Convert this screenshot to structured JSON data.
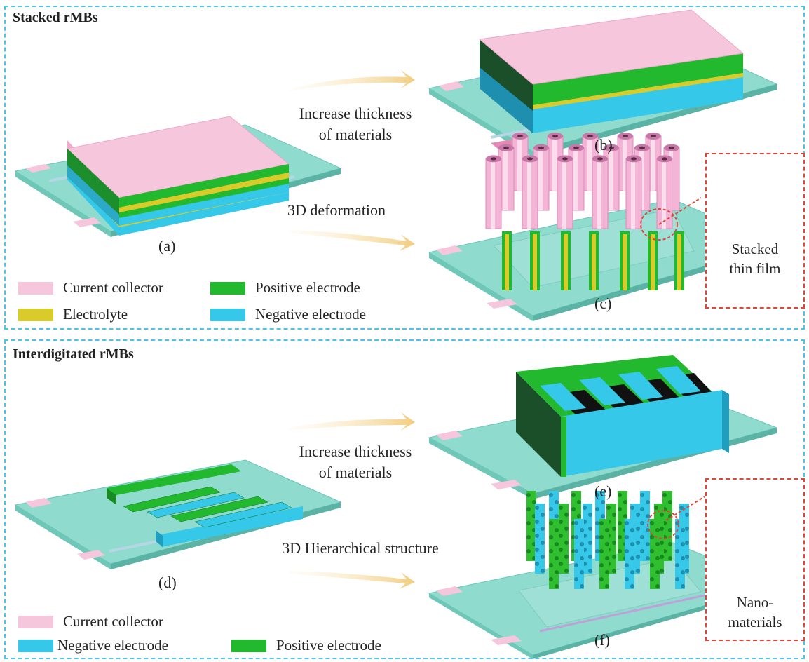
{
  "colors": {
    "current_collector": "#f6c6dc",
    "electrolyte": "#d9cc2a",
    "positive_electrode": "#22b92e",
    "negative_electrode": "#35c8e8",
    "substrate": "#8fdccf",
    "border": "#4cc4e6",
    "callout_border": "#e0463a",
    "arrow": "#f5d79a"
  },
  "stacked": {
    "title": "Stacked rMBs",
    "text_thickness": [
      "Increase thickness",
      "of materials"
    ],
    "text_deform": "3D deformation",
    "label_a": "(a)",
    "label_b": "(b)",
    "label_c": "(c)",
    "callout": [
      "Stacked",
      "thin film"
    ],
    "legend": [
      {
        "name": "Current collector",
        "color": "#f6c6dc"
      },
      {
        "name": "Positive electrode",
        "color": "#22b92e"
      },
      {
        "name": "Electrolyte",
        "color": "#d9cc2a"
      },
      {
        "name": "Negative electrode",
        "color": "#35c8e8"
      }
    ]
  },
  "interdigitated": {
    "title": "Interdigitated rMBs",
    "text_thickness": [
      "Increase thickness",
      "of materials"
    ],
    "text_hier": "3D Hierarchical structure",
    "label_d": "(d)",
    "label_e": "(e)",
    "label_f": "(f)",
    "callout": [
      "Nano-",
      "materials"
    ],
    "legend": [
      {
        "name": "Current collector",
        "color": "#f6c6dc"
      },
      {
        "name": "Negative electrode",
        "color": "#35c8e8"
      },
      {
        "name": "Positive electrode",
        "color": "#22b92e"
      }
    ]
  }
}
